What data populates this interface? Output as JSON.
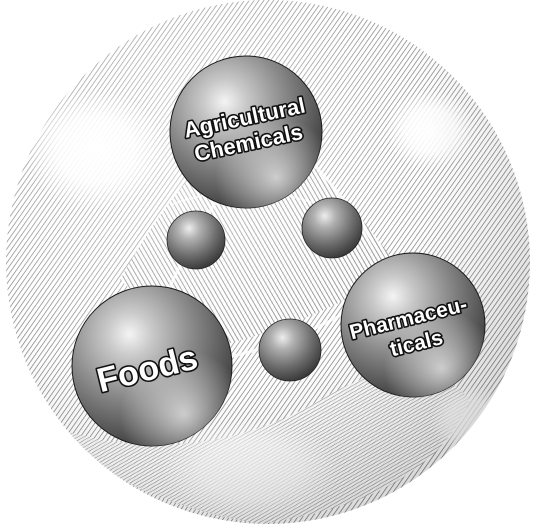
{
  "labels": {
    "agricultural_line1": "Agricultural",
    "agricultural_line2": "Chemicals",
    "foods": "Foods",
    "pharma_line1": "Pharmaceu-",
    "pharma_line2": "ticals"
  },
  "colors": {
    "background": "#ffffff",
    "hatch": "#6f6f6f",
    "sphere_dark": "#3a3a3a",
    "sphere_light": "#f2f2f2",
    "label_fill": "#ffffff",
    "label_outline": "#111111"
  }
}
